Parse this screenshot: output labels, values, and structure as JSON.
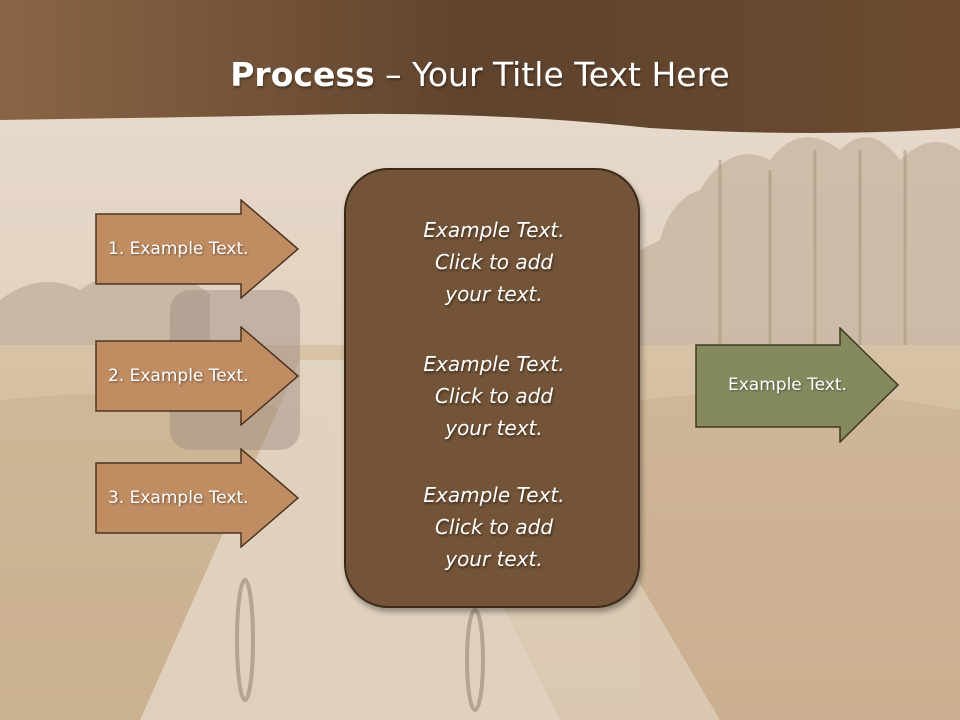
{
  "title": {
    "bold": "Process",
    "rest": " – Your Title Text Here"
  },
  "left_steps": [
    {
      "label": "1. Example Text."
    },
    {
      "label": "2. Example Text."
    },
    {
      "label": "3. Example Text."
    }
  ],
  "center_box": {
    "paragraphs": [
      {
        "lines": [
          "Example Text.",
          "Click  to add",
          "your text."
        ]
      },
      {
        "lines": [
          "Example Text.",
          "Click  to add",
          "your text."
        ]
      },
      {
        "lines": [
          "Example Text.",
          "Click  to add",
          "your text."
        ]
      }
    ]
  },
  "result_arrow": {
    "label": "Example Text."
  },
  "colors": {
    "banner": "#6e4f35",
    "step_arrow_fill": "#c08d63",
    "step_arrow_stroke": "#4e3522",
    "center_box_fill": "#735438",
    "result_arrow_fill": "#858a5e",
    "result_arrow_stroke": "#3f3a22"
  }
}
